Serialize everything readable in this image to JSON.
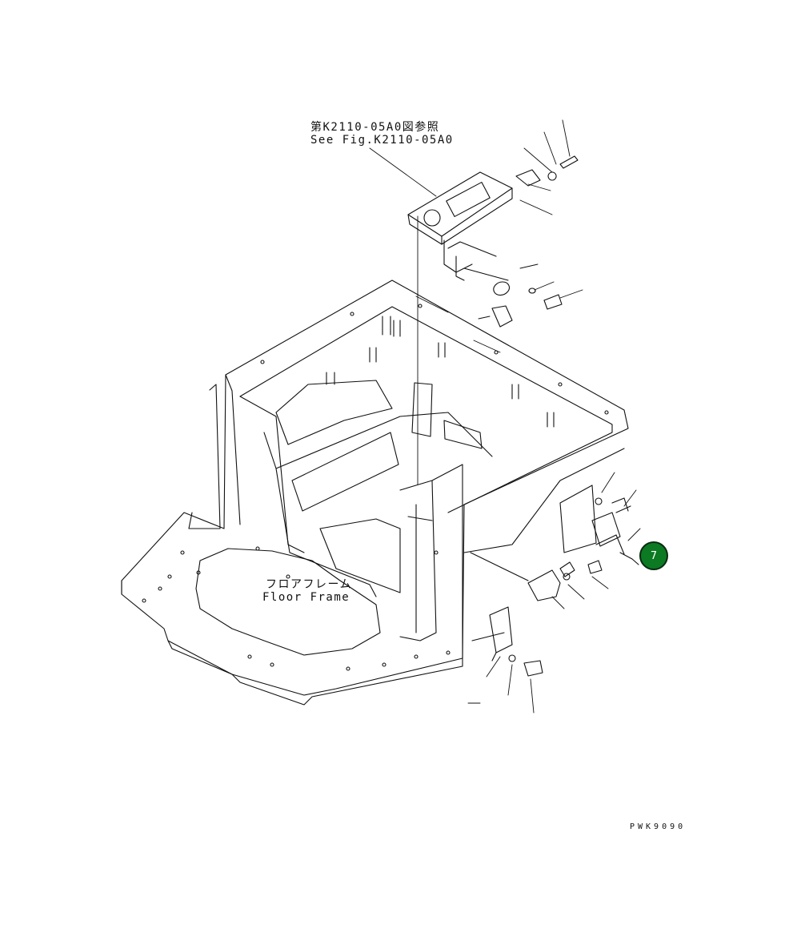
{
  "labels": {
    "ref_jp": "第K2110-05A0図参照",
    "ref_en": "See Fig.K2110-05A0",
    "floor_jp": "フロアフレーム",
    "floor_en": "Floor Frame"
  },
  "callout": {
    "number": "7",
    "color": "#0b7a23"
  },
  "drawing_code": "PWK9090"
}
